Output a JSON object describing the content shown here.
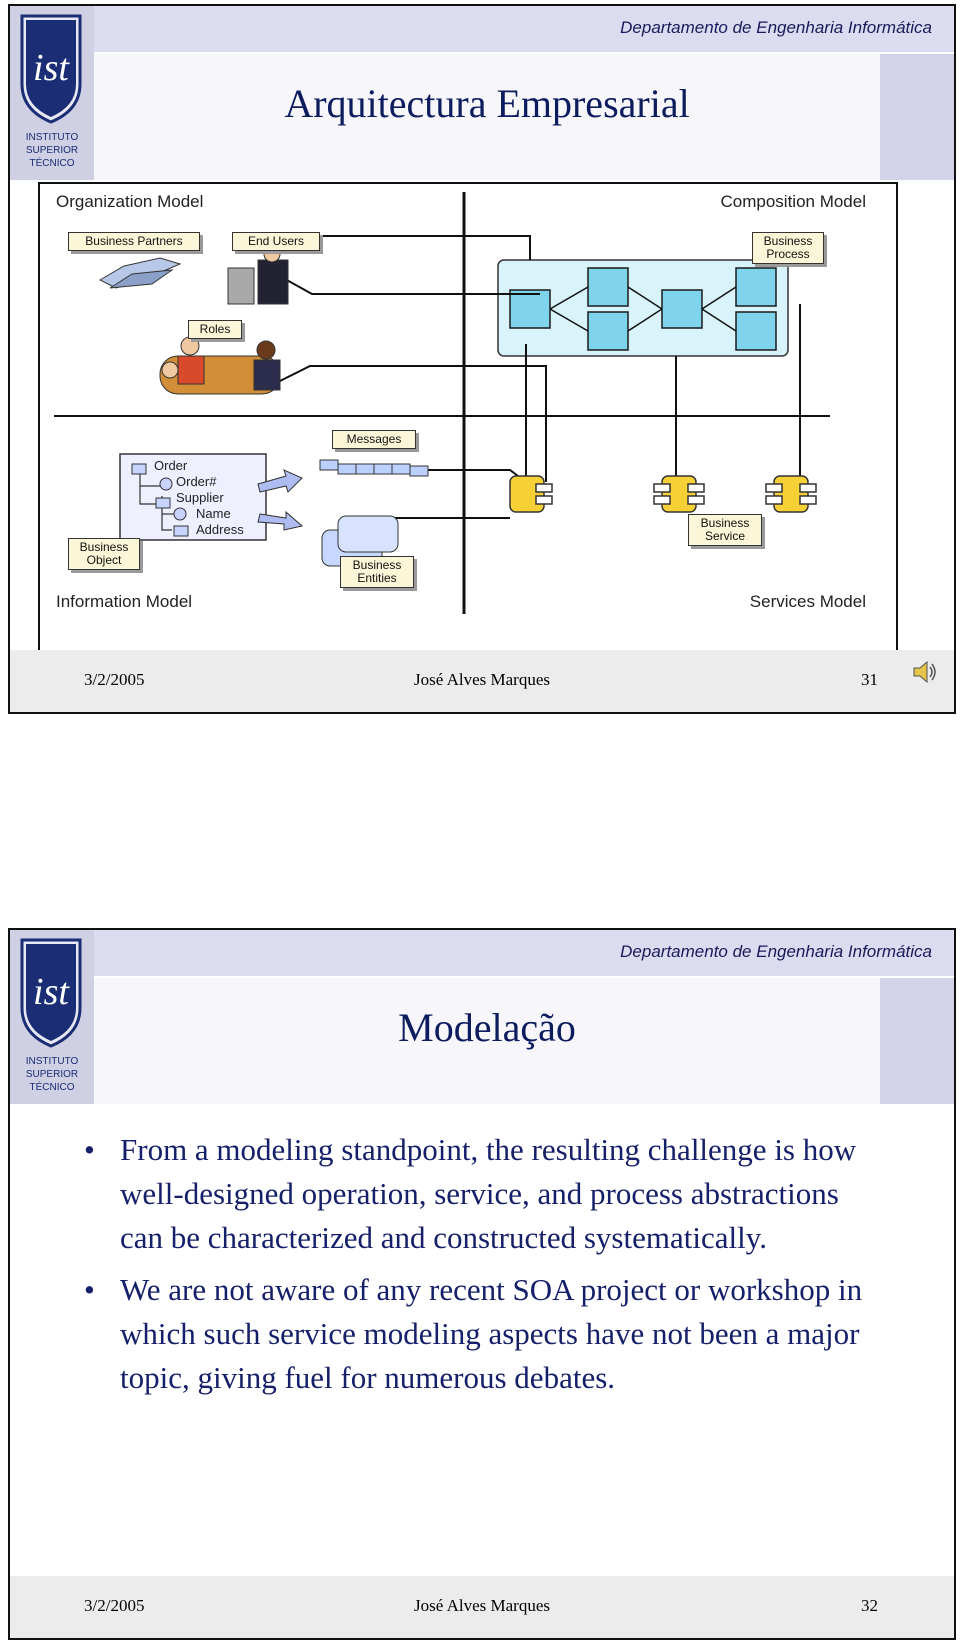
{
  "header": {
    "department": "Departamento de Engenharia Informática"
  },
  "logo": {
    "line1": "INSTITUTO",
    "line2": "SUPERIOR",
    "line3": "TÉCNICO",
    "mark": "ist"
  },
  "slides": [
    {
      "title": "Arquitectura Empresarial",
      "diagram": {
        "quadrants": [
          "Organization Model",
          "Composition Model",
          "Information Model",
          "Services Model"
        ],
        "labels": {
          "business_partners": "Business Partners",
          "end_users": "End Users",
          "roles": "Roles",
          "business_process_1": "Business",
          "business_process_2": "Process",
          "messages": "Messages",
          "business_object_1": "Business",
          "business_object_2": "Object",
          "business_entities_1": "Business",
          "business_entities_2": "Entities",
          "business_service_1": "Business",
          "business_service_2": "Service"
        },
        "tree": [
          "Order",
          "Order#",
          "Supplier",
          "Name",
          "Address"
        ]
      },
      "footer": {
        "date": "3/2/2005",
        "author": "José Alves Marques",
        "number": "31"
      }
    },
    {
      "title": "Modelação",
      "bullets": [
        "From a modeling standpoint, the resulting challenge is how well-designed operation, service, and process abstractions can be characterized and constructed systematically.",
        "We are not aware of any recent SOA project or workshop in which such service modeling aspects have not been a major topic, giving fuel for numerous debates."
      ],
      "footer": {
        "date": "3/2/2005",
        "author": "José Alves Marques",
        "number": "32"
      }
    }
  ]
}
